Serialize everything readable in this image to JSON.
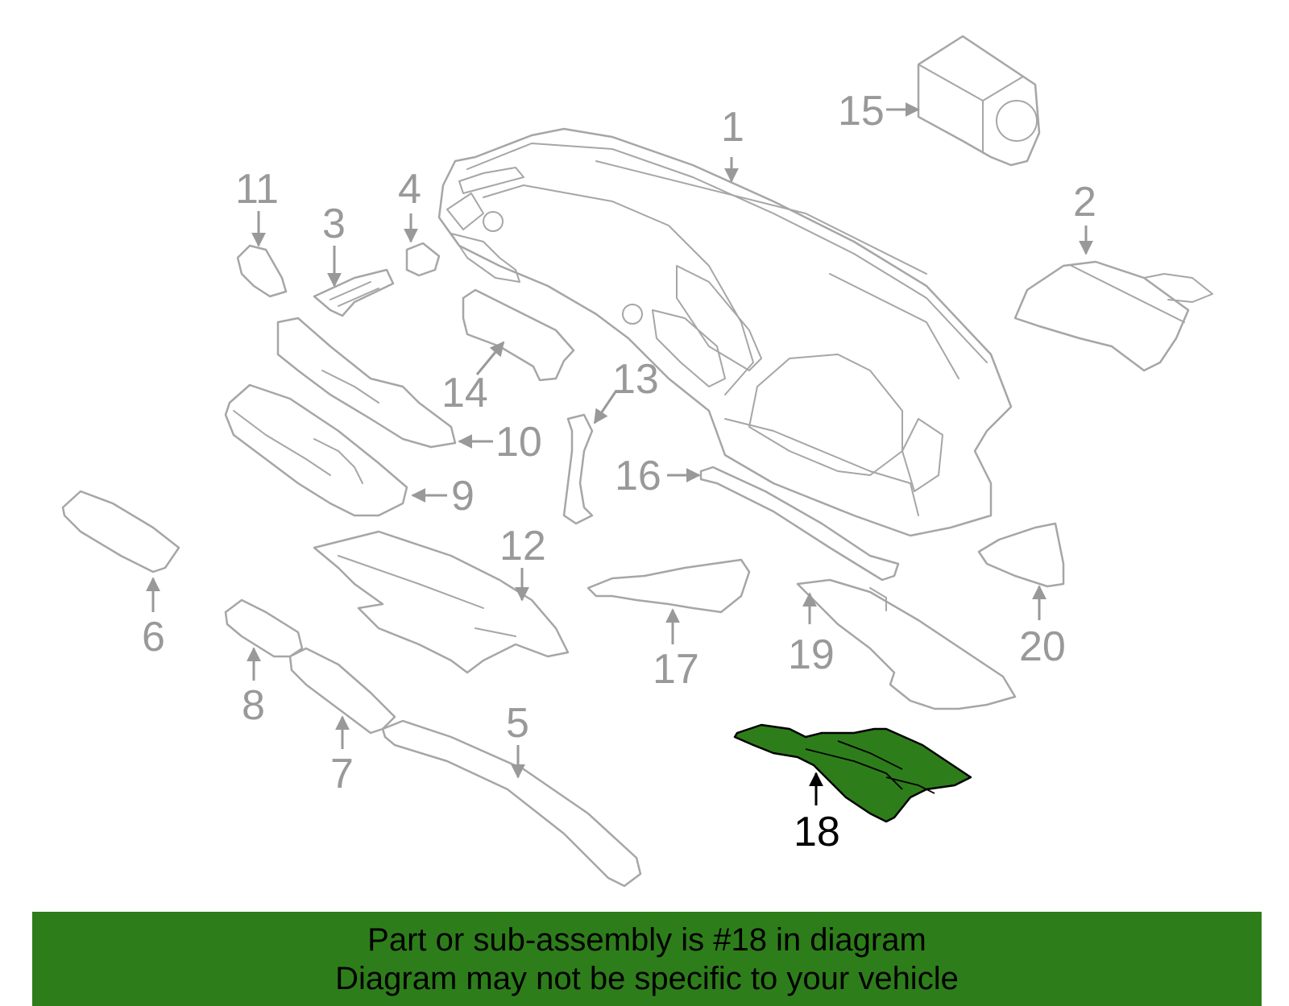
{
  "diagram": {
    "highlight_color": "#2e7d1b",
    "labels": [
      "1",
      "2",
      "3",
      "4",
      "5",
      "6",
      "7",
      "8",
      "9",
      "10",
      "11",
      "12",
      "13",
      "14",
      "15",
      "16",
      "17",
      "18",
      "19",
      "20"
    ],
    "highlighted_label": "18"
  },
  "banner": {
    "line1": "Part or sub-assembly is #18 in diagram",
    "line2": "Diagram may not be specific to your vehicle",
    "background": "#2e7d1b"
  }
}
